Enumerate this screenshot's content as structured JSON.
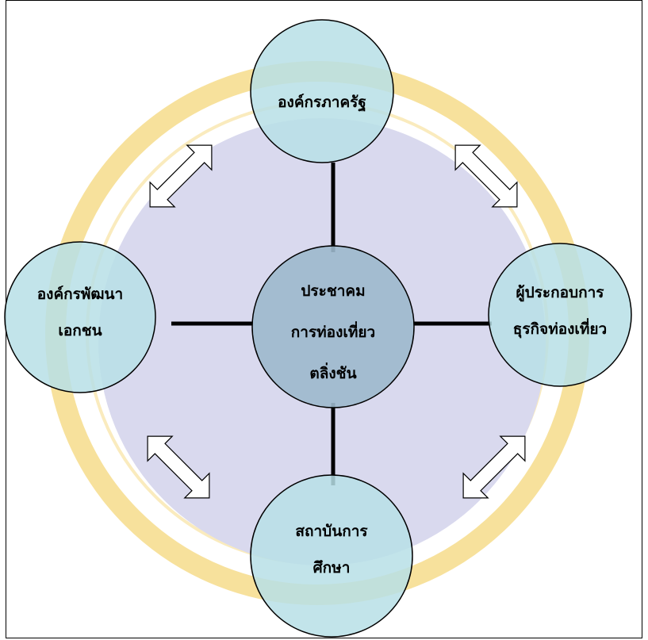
{
  "diagram": {
    "center": {
      "lines": [
        "ประชาคม",
        "การท่องเที่ยว",
        "ตลิ่งชัน"
      ]
    },
    "top": {
      "lines": [
        "องค์กรภาครัฐ"
      ]
    },
    "left": {
      "lines": [
        "องค์กรพัฒนา",
        "เอกชน"
      ]
    },
    "right": {
      "lines": [
        "ผู้ประกอบการ",
        "ธุรกิจท่องเที่ยว"
      ]
    },
    "bottom": {
      "lines": [
        "สถาบันการ",
        "ศึกษา"
      ]
    }
  },
  "colors": {
    "big_circle": "#d9d9ee",
    "node_fill": "#b7dfe6",
    "node_fill_center": "#9cb8cc",
    "stroke": "#000000",
    "watermark": "#f2c94c"
  },
  "watermark_icons": [
    "university-seal-watermark"
  ]
}
